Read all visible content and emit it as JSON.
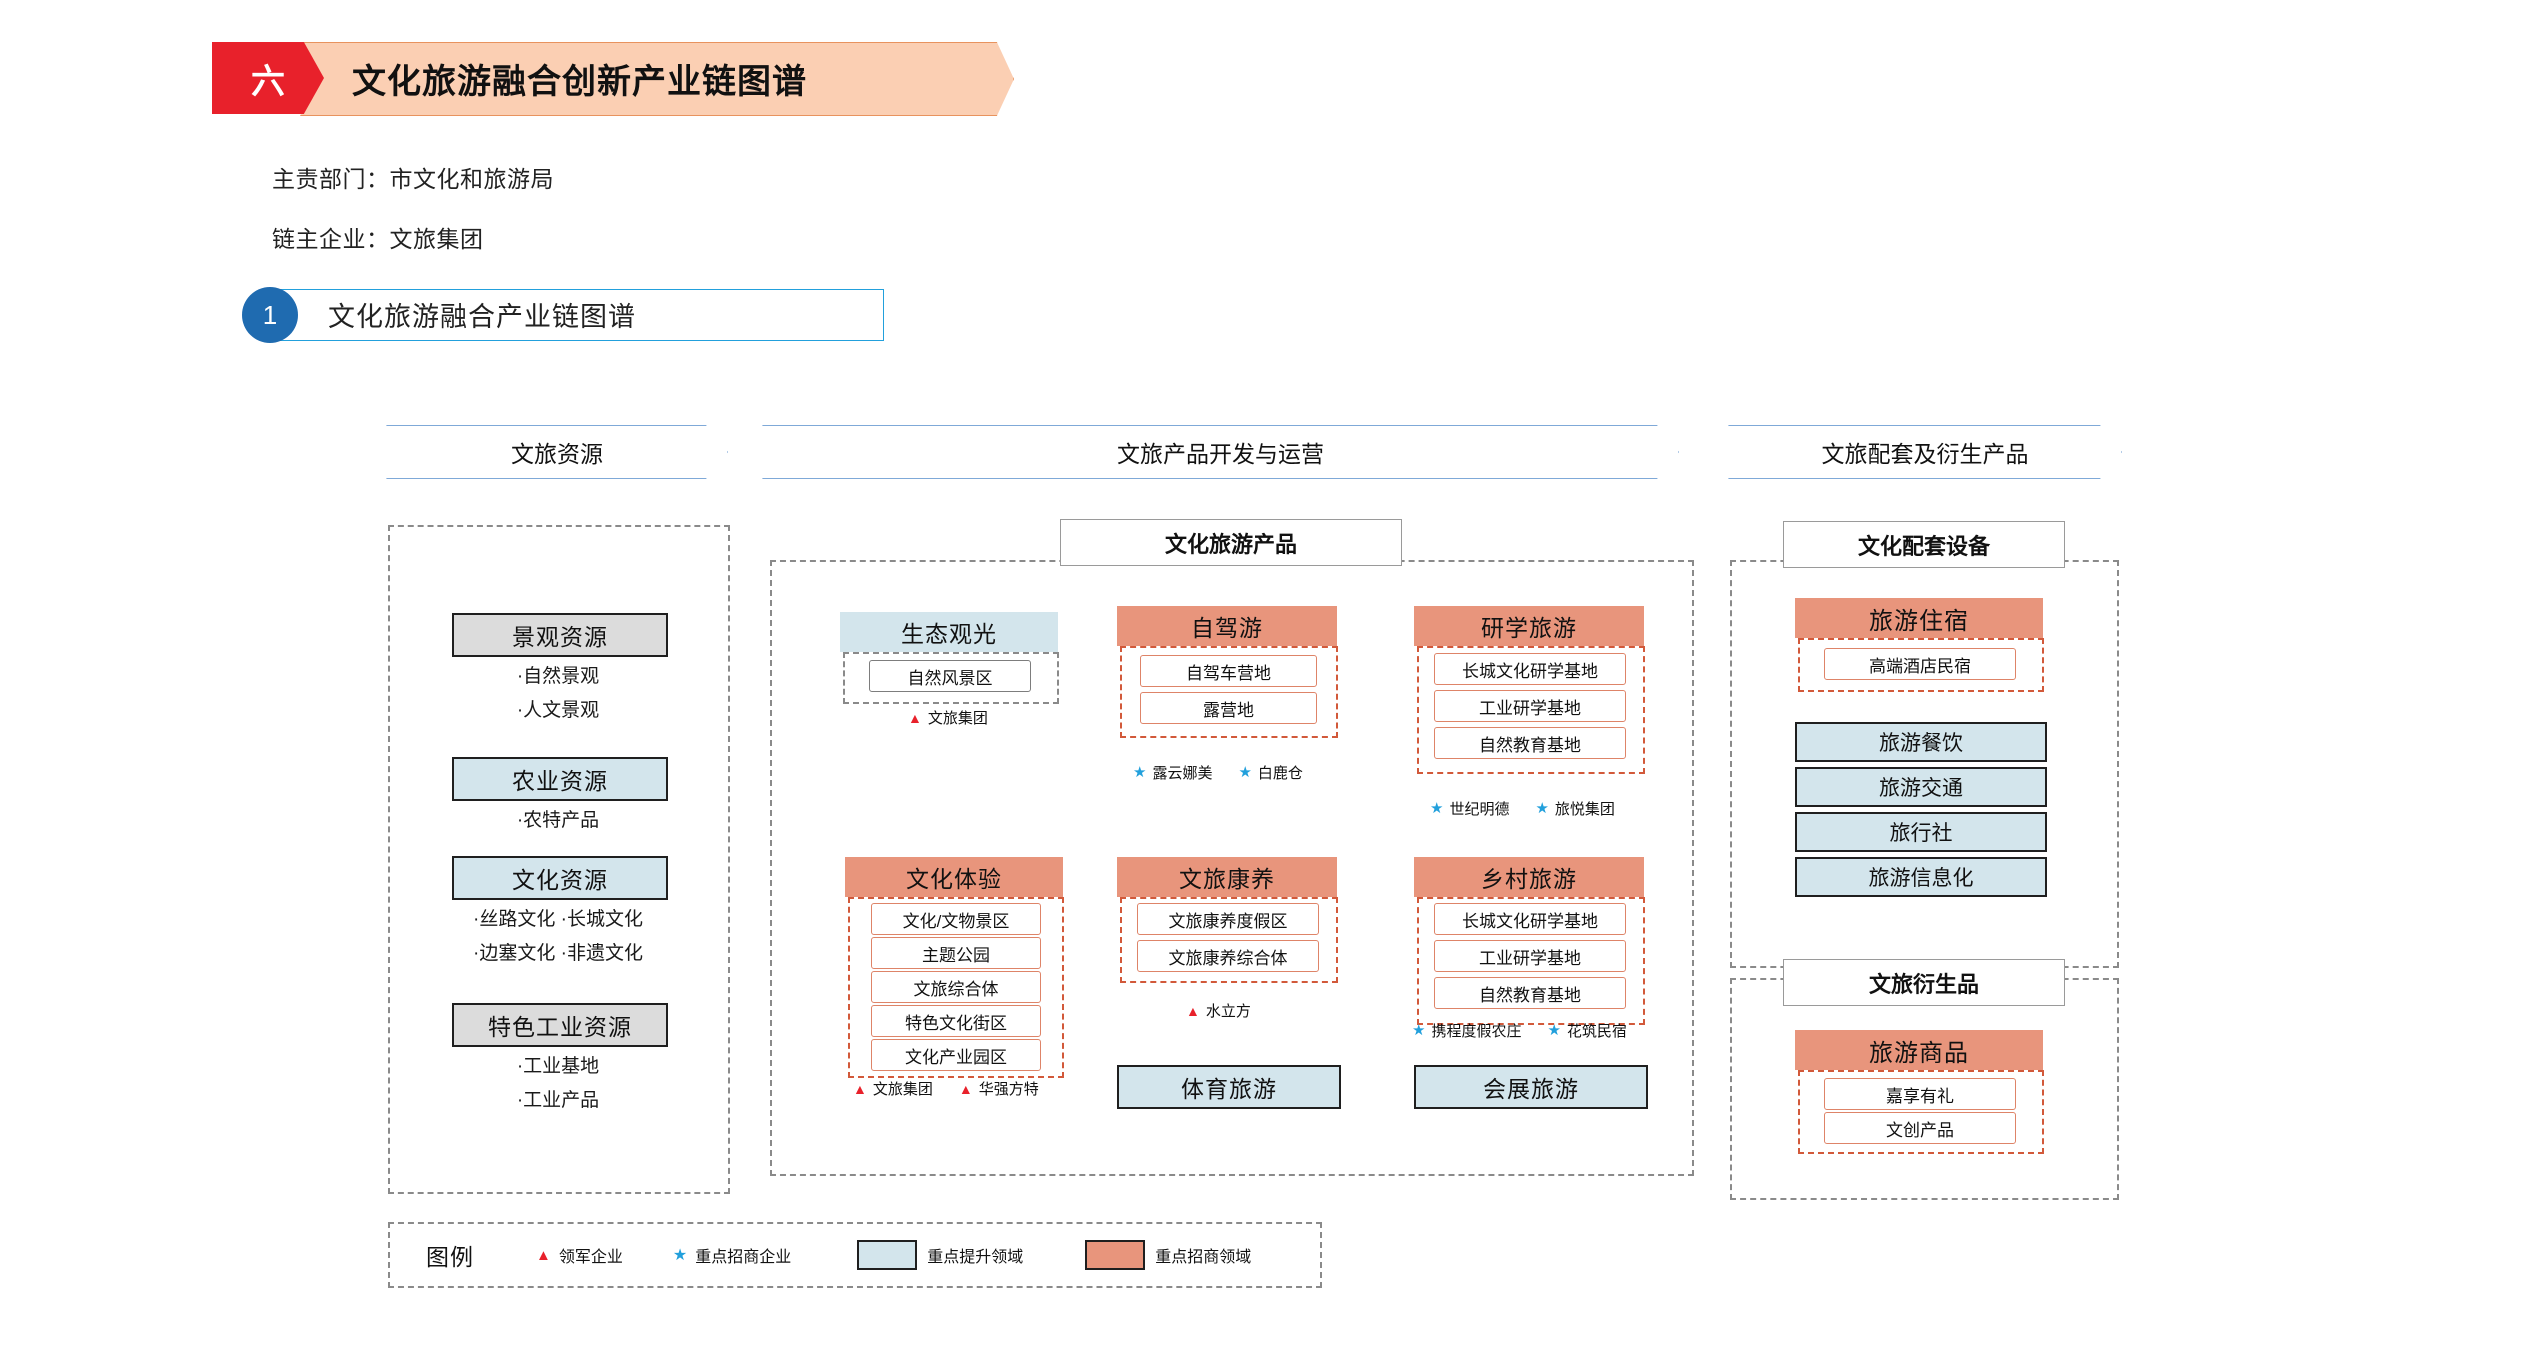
{
  "header": {
    "number": "六",
    "title": "文化旅游融合创新产业链图谱",
    "meta_department": "主责部门：市文化和旅游局",
    "meta_company": "链主企业：文旅集团"
  },
  "section": {
    "number": "1",
    "label": "文化旅游融合产业链图谱"
  },
  "stage_headers": [
    {
      "label": "文旅资源"
    },
    {
      "label": "文旅产品开发与运营"
    },
    {
      "label": "文旅配套及衍生产品"
    }
  ],
  "panel_titles": {
    "middle": "文化旅游产品",
    "right_top": "文化配套设备",
    "right_bottom": "文旅衍生品"
  },
  "left_column": {
    "groups": [
      {
        "title": "景观资源",
        "style": "gray",
        "bullets": [
          "·自然景观",
          "·人文景观"
        ]
      },
      {
        "title": "农业资源",
        "style": "blue",
        "bullets": [
          "·农特产品"
        ]
      },
      {
        "title": "文化资源",
        "style": "blue",
        "bullets": [
          "·丝路文化 ·长城文化",
          "·边塞文化 ·非遗文化"
        ]
      },
      {
        "title": "特色工业资源",
        "style": "gray",
        "bullets": [
          "·工业基地",
          "·工业产品"
        ]
      }
    ]
  },
  "middle_column": {
    "cards": [
      {
        "title": "生态观光",
        "head_style": "blue",
        "dash_style": "gray",
        "items": [
          "自然风景区"
        ],
        "marks": [
          {
            "type": "triangle",
            "label": "文旅集团"
          }
        ]
      },
      {
        "title": "自驾游",
        "head_style": "red",
        "dash_style": "red",
        "items": [
          "自驾车营地",
          "露营地"
        ],
        "marks": [
          {
            "type": "star",
            "label": "露云娜美"
          },
          {
            "type": "star",
            "label": "白鹿仓"
          }
        ]
      },
      {
        "title": "研学旅游",
        "head_style": "red",
        "dash_style": "red",
        "items": [
          "长城文化研学基地",
          "工业研学基地",
          "自然教育基地"
        ],
        "marks": [
          {
            "type": "star",
            "label": "世纪明德"
          },
          {
            "type": "star",
            "label": "旅悦集团"
          }
        ]
      },
      {
        "title": "文化体验",
        "head_style": "red",
        "dash_style": "red",
        "items": [
          "文化/文物景区",
          "主题公园",
          "文旅综合体",
          "特色文化街区",
          "文化产业园区"
        ],
        "marks": [
          {
            "type": "triangle",
            "label": "文旅集团"
          },
          {
            "type": "triangle",
            "label": "华强方特"
          }
        ]
      },
      {
        "title": "文旅康养",
        "head_style": "red",
        "dash_style": "red",
        "items": [
          "文旅康养度假区",
          "文旅康养综合体"
        ],
        "marks": [
          {
            "type": "triangle",
            "label": "水立方"
          }
        ]
      },
      {
        "title": "乡村旅游",
        "head_style": "red",
        "dash_style": "red",
        "items": [
          "长城文化研学基地",
          "工业研学基地",
          "自然教育基地"
        ],
        "marks": [
          {
            "type": "star",
            "label": "携程度假农庄"
          },
          {
            "type": "star",
            "label": "花筑民宿"
          }
        ]
      }
    ],
    "solo_boxes": [
      {
        "label": "体育旅游"
      },
      {
        "label": "会展旅游"
      }
    ]
  },
  "right_column": {
    "top": {
      "card": {
        "title": "旅游住宿",
        "items": [
          "高端酒店民宿"
        ]
      },
      "rows": [
        "旅游餐饮",
        "旅游交通",
        "旅行社",
        "旅游信息化"
      ]
    },
    "bottom": {
      "card": {
        "title": "旅游商品",
        "items": [
          "嘉享有礼",
          "文创产品"
        ]
      }
    }
  },
  "legend": {
    "title": "图例",
    "entries": [
      {
        "marker": "triangle",
        "label": "领军企业"
      },
      {
        "marker": "star",
        "label": "重点招商企业"
      },
      {
        "marker": "swatch-blue",
        "label": "重点提升领域"
      },
      {
        "marker": "swatch-red",
        "label": "重点招商领域"
      }
    ]
  },
  "colors": {
    "accent_red": "#E8212B",
    "band_peach": "#FBCFB3",
    "head_red": "#E8957C",
    "head_blue": "#D3E5EC",
    "gray_fill": "#DCDCDC",
    "blue_line": "#22A0DC",
    "circle_blue": "#1F6BB0",
    "dash_red": "#D2593A",
    "dash_gray": "#8A8A8A"
  }
}
